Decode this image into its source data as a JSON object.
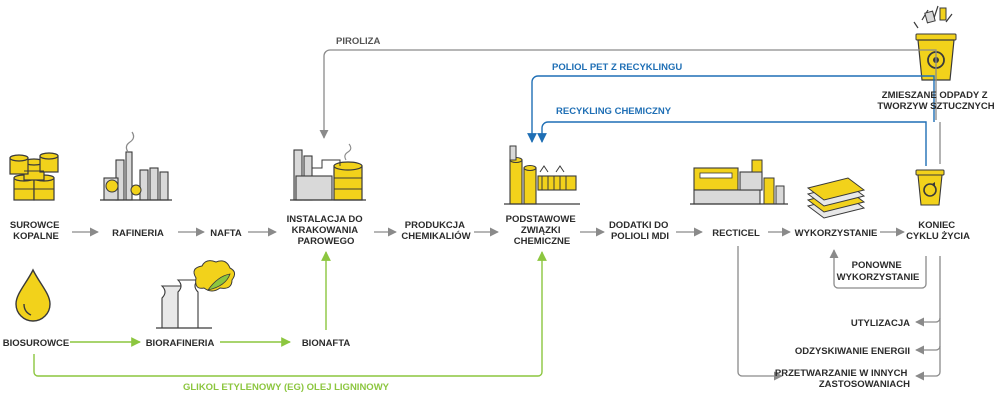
{
  "colors": {
    "yellow": "#f2d21b",
    "dark": "#3a3a3a",
    "gray_arrow": "#8a8a8a",
    "blue_arrow": "#1f6fb5",
    "green_arrow": "#8cc63f"
  },
  "nodes": {
    "fossil": [
      "SUROWCE",
      "KOPALNE"
    ],
    "refinery": "RAFINERIA",
    "naphtha": "NAFTA",
    "cracker": [
      "INSTALACJA DO",
      "KRAKOWANIA",
      "PAROWEGO"
    ],
    "chem_production": [
      "PRODUKCJA",
      "CHEMIKALIÓW"
    ],
    "basic_compounds": [
      "PODSTAWOWE",
      "ZWIĄZKI",
      "CHEMICZNE"
    ],
    "additives": [
      "DODATKI DO",
      "POLIOLI MDI"
    ],
    "recticel": "RECTICEL",
    "usage": "WYKORZYSTANIE",
    "end_of_life": [
      "KONIEC",
      "CYKLU ŻYCIA"
    ],
    "bio_raw": "BIOSUROWCE",
    "biorefinery": "BIORAFINERIA",
    "bionaphtha": "BIONAFTA",
    "mixed_waste": [
      "ZMIESZANE ODPADY Z",
      "TWORZYW SZTUCZNYCH"
    ]
  },
  "flows": {
    "pyrolysis": "PIROLIZA",
    "pet_polyol": "POLIOL PET Z RECYKLINGU",
    "chem_recycling": "RECYKLING CHEMICZNY",
    "glycol": "GLIKOL ETYLENOWY (EG) OLEJ LIGNINOWY",
    "reuse": [
      "PONOWNE",
      "WYKORZYSTANIE"
    ]
  },
  "outcomes": {
    "disposal": "UTYLIZACJA",
    "energy": "ODZYSKIWANIE ENERGII",
    "other_apps": [
      "PRZETWARZANIE W INNYCH",
      "ZASTOSOWANIACH"
    ]
  },
  "icons": {
    "fossil": "oil-barrels-icon",
    "refinery": "refinery-icon",
    "cracker": "steam-cracker-plant-icon",
    "basic_compounds": "chemical-plant-icon",
    "recticel": "recticel-factory-icon",
    "usage": "foam-sheets-icon",
    "end_of_life": "recycling-bin-icon",
    "mixed_waste": "waste-bin-icon",
    "bio_raw": "oil-drop-icon",
    "biorefinery": "biorefinery-icon"
  }
}
